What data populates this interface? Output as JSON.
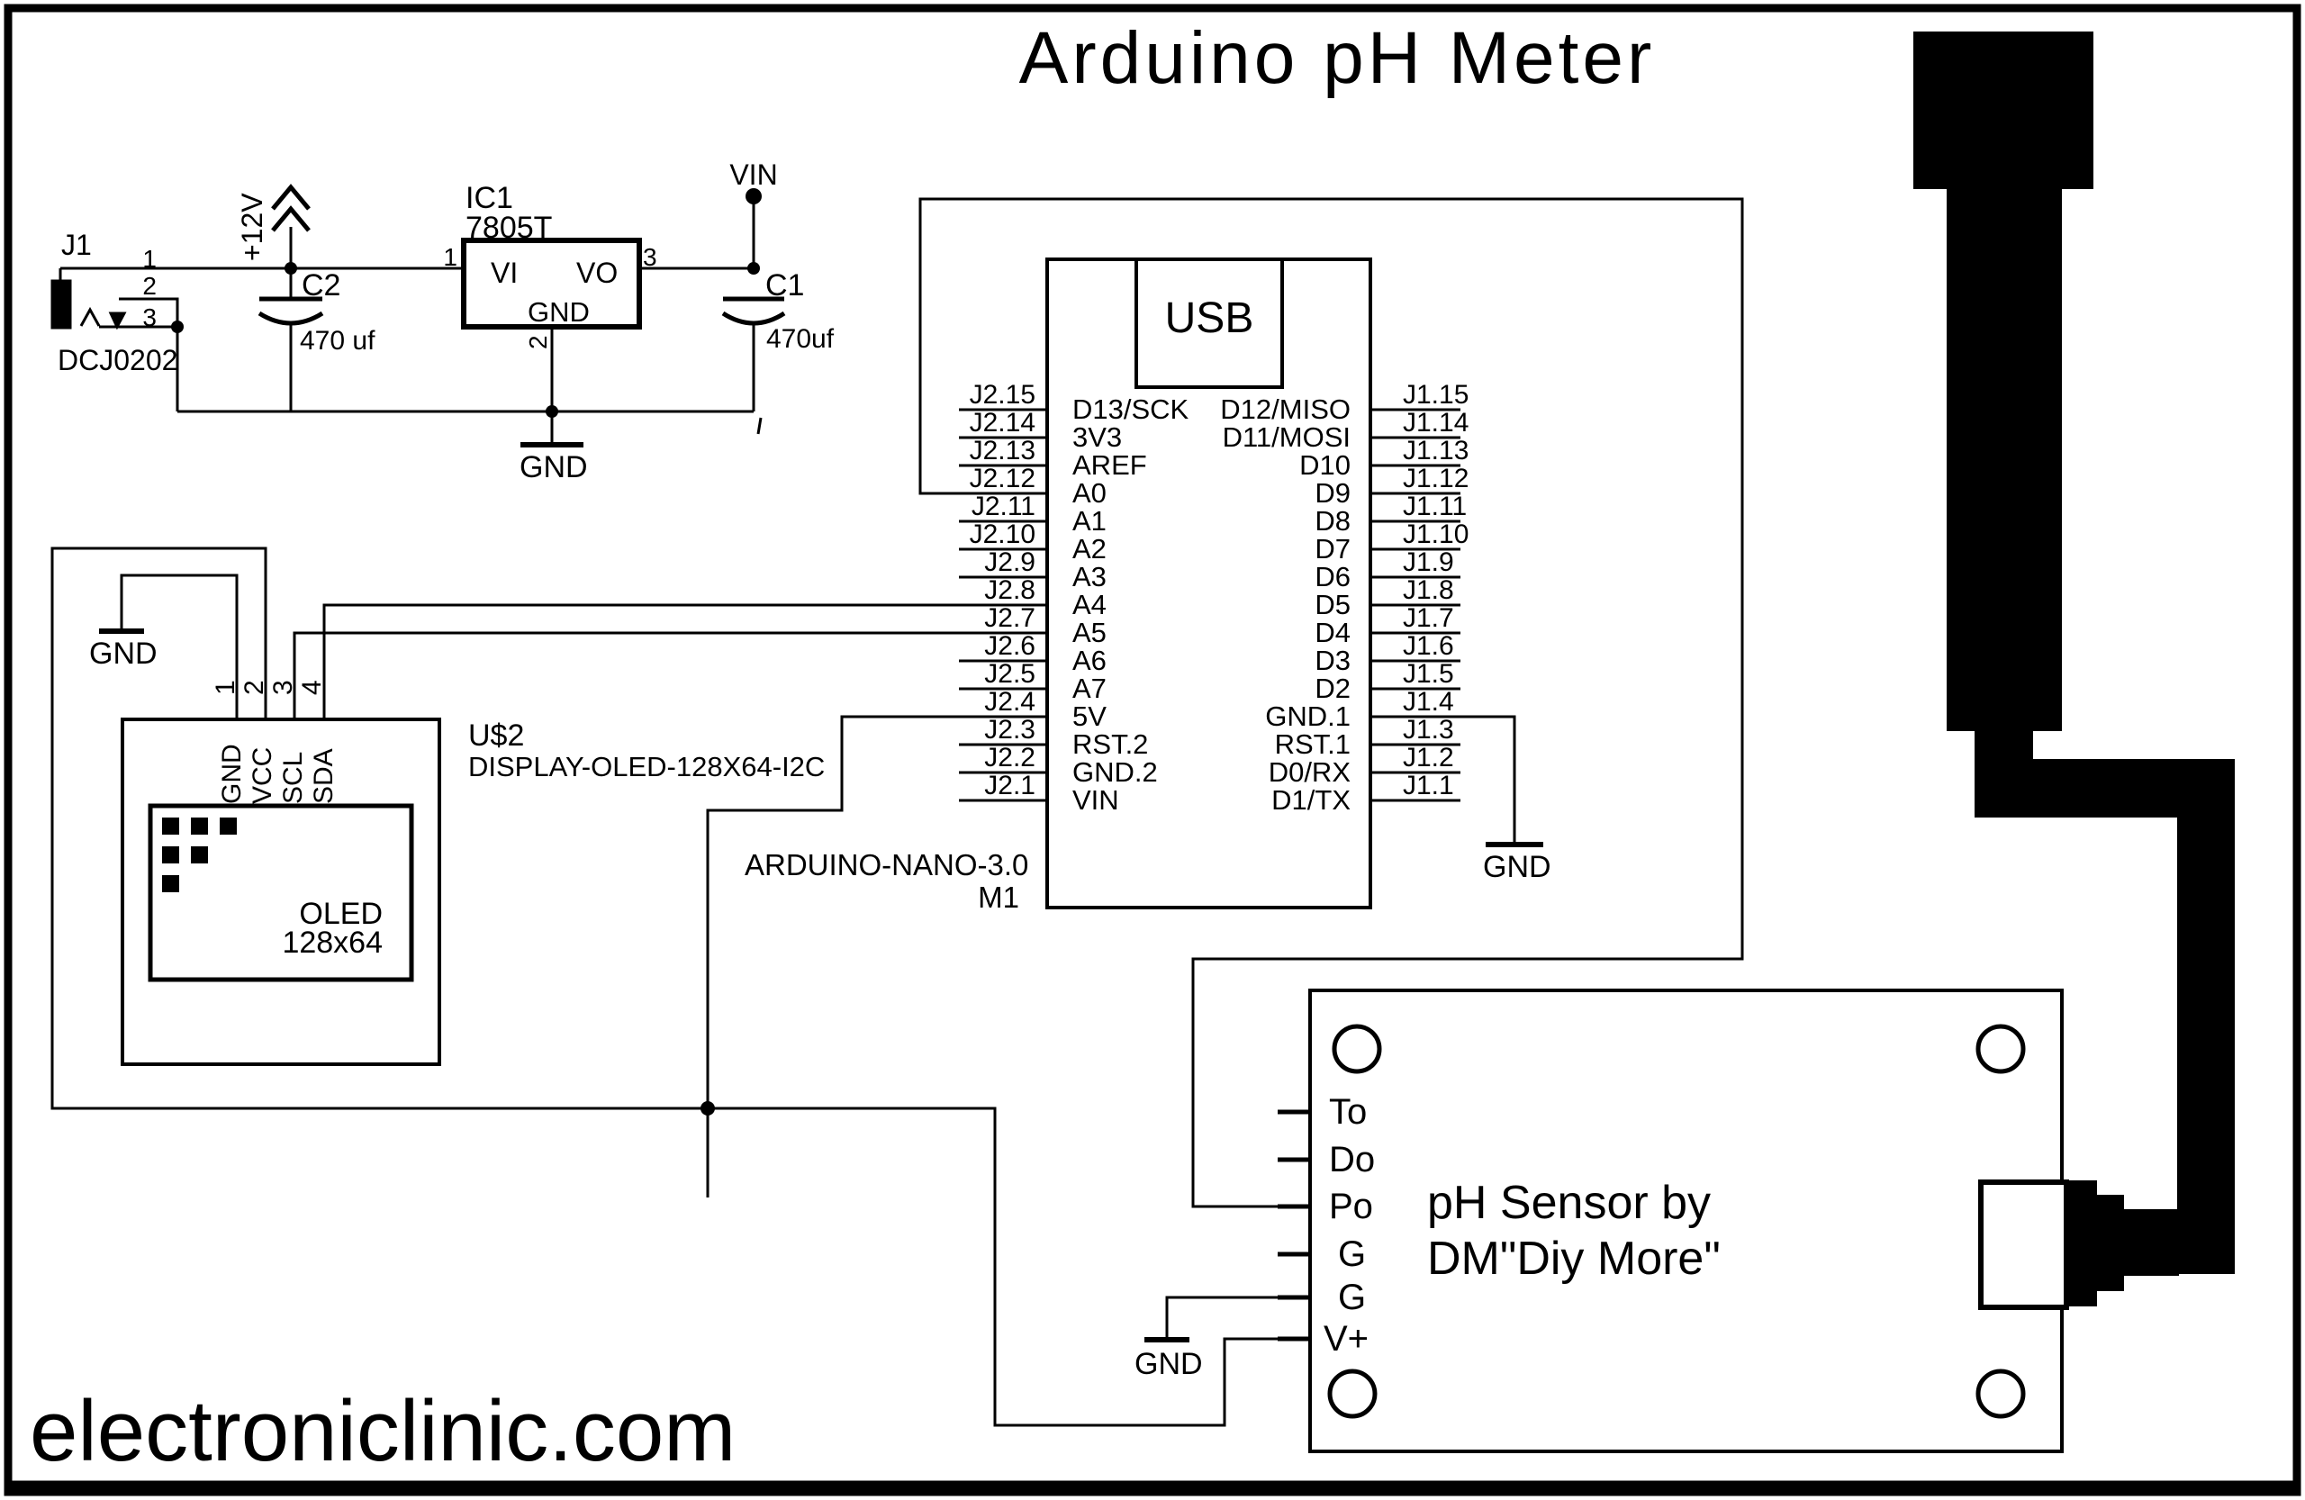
{
  "title": "Arduino pH Meter",
  "watermark": "electroniclinic.com",
  "colors": {
    "ink": "#000000",
    "paper": "#ffffff"
  },
  "power": {
    "connector_ref": "J1",
    "connector_part": "DCJ0202",
    "pin1": "1",
    "pin2": "2",
    "pin3": "3",
    "rail_label": "+12V",
    "c2_ref": "C2",
    "c2_value": "470 uf",
    "ic_ref": "IC1",
    "ic_part": "7805T",
    "ic_in": "VI",
    "ic_out": "VO",
    "ic_gnd": "GND",
    "ic_pin1": "1",
    "ic_pin2": "2",
    "ic_pin3": "3",
    "c1_ref": "C1",
    "c1_value": "470uf",
    "vin_label": "VIN",
    "gnd_label": "GND"
  },
  "oled": {
    "refdes": "U$2",
    "part": "DISPLAY-OLED-128X64-I2C",
    "gnd_label": "GND",
    "pin_numbers": [
      "1",
      "2",
      "3",
      "4"
    ],
    "pin_names": [
      "GND",
      "VCC",
      "SCL",
      "SDA"
    ],
    "screen_line1": "OLED",
    "screen_line2": "128x64"
  },
  "arduino": {
    "usb_label": "USB",
    "name": "ARDUINO-NANO-3.0",
    "refdes": "M1",
    "gnd_label": "GND",
    "left_pins": [
      {
        "ext": "J2.15",
        "name": "D13/SCK"
      },
      {
        "ext": "J2.14",
        "name": "3V3"
      },
      {
        "ext": "J2.13",
        "name": "AREF"
      },
      {
        "ext": "J2.12",
        "name": "A0"
      },
      {
        "ext": "J2.11",
        "name": "A1"
      },
      {
        "ext": "J2.10",
        "name": "A2"
      },
      {
        "ext": "J2.9",
        "name": "A3"
      },
      {
        "ext": "J2.8",
        "name": "A4"
      },
      {
        "ext": "J2.7",
        "name": "A5"
      },
      {
        "ext": "J2.6",
        "name": "A6"
      },
      {
        "ext": "J2.5",
        "name": "A7"
      },
      {
        "ext": "J2.4",
        "name": "5V"
      },
      {
        "ext": "J2.3",
        "name": "RST.2"
      },
      {
        "ext": "J2.2",
        "name": "GND.2"
      },
      {
        "ext": "J2.1",
        "name": "VIN"
      }
    ],
    "right_pins": [
      {
        "name": "D12/MISO",
        "ext": "J1.15"
      },
      {
        "name": "D11/MOSI",
        "ext": "J1.14"
      },
      {
        "name": "D10",
        "ext": "J1.13"
      },
      {
        "name": "D9",
        "ext": "J1.12"
      },
      {
        "name": "D8",
        "ext": "J1.11"
      },
      {
        "name": "D7",
        "ext": "J1.10"
      },
      {
        "name": "D6",
        "ext": "J1.9"
      },
      {
        "name": "D5",
        "ext": "J1.8"
      },
      {
        "name": "D4",
        "ext": "J1.7"
      },
      {
        "name": "D3",
        "ext": "J1.6"
      },
      {
        "name": "D2",
        "ext": "J1.5"
      },
      {
        "name": "GND.1",
        "ext": "J1.4"
      },
      {
        "name": "RST.1",
        "ext": "J1.3"
      },
      {
        "name": "D0/RX",
        "ext": "J1.2"
      },
      {
        "name": "D1/TX",
        "ext": "J1.1"
      }
    ]
  },
  "sensor": {
    "title_line1": "pH Sensor by",
    "title_line2": "DM\"Diy More\"",
    "pins": [
      "To",
      "Do",
      "Po",
      "G",
      "G",
      "V+"
    ],
    "gnd_label": "GND"
  }
}
